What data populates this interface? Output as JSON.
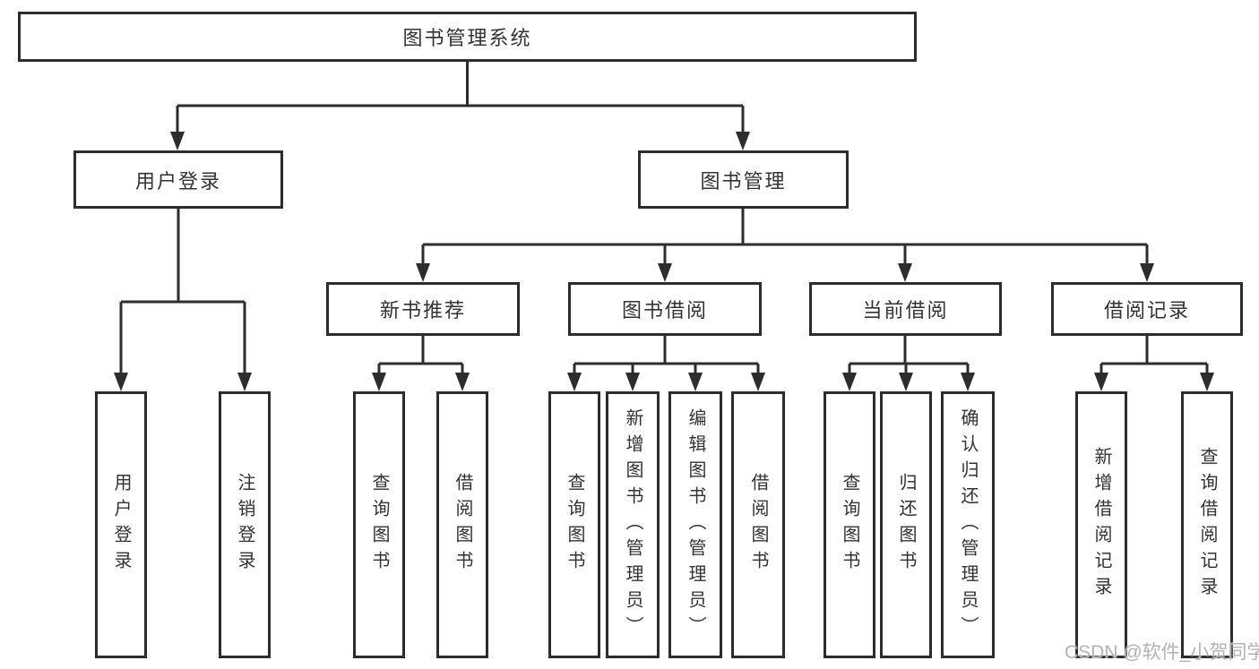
{
  "diagram": {
    "root": {
      "label": "图书管理系统"
    },
    "level2": [
      {
        "label": "用户登录"
      },
      {
        "label": "图书管理"
      }
    ],
    "level3": [
      {
        "label": "新书推荐"
      },
      {
        "label": "图书借阅"
      },
      {
        "label": "当前借阅"
      },
      {
        "label": "借阅记录"
      }
    ],
    "leaves": [
      {
        "label": "用户登录"
      },
      {
        "label": "注销登录"
      },
      {
        "label": "查询图书"
      },
      {
        "label": "借阅图书"
      },
      {
        "label": "查询图书"
      },
      {
        "label": "新增图书（管理员）"
      },
      {
        "label": "编辑图书（管理员）"
      },
      {
        "label": "借阅图书"
      },
      {
        "label": "查询图书"
      },
      {
        "label": "归还图书"
      },
      {
        "label": "确认归还（管理员）"
      },
      {
        "label": "新增借阅记录"
      },
      {
        "label": "查询借阅记录"
      }
    ]
  },
  "watermark": {
    "text": "CSDN @软件_小贺同学"
  },
  "colors": {
    "line": "#2d2d2d",
    "box_border": "#2d2d2d",
    "box_fill": "#ffffff",
    "text": "#333333",
    "watermark": "#b3b3b3"
  }
}
